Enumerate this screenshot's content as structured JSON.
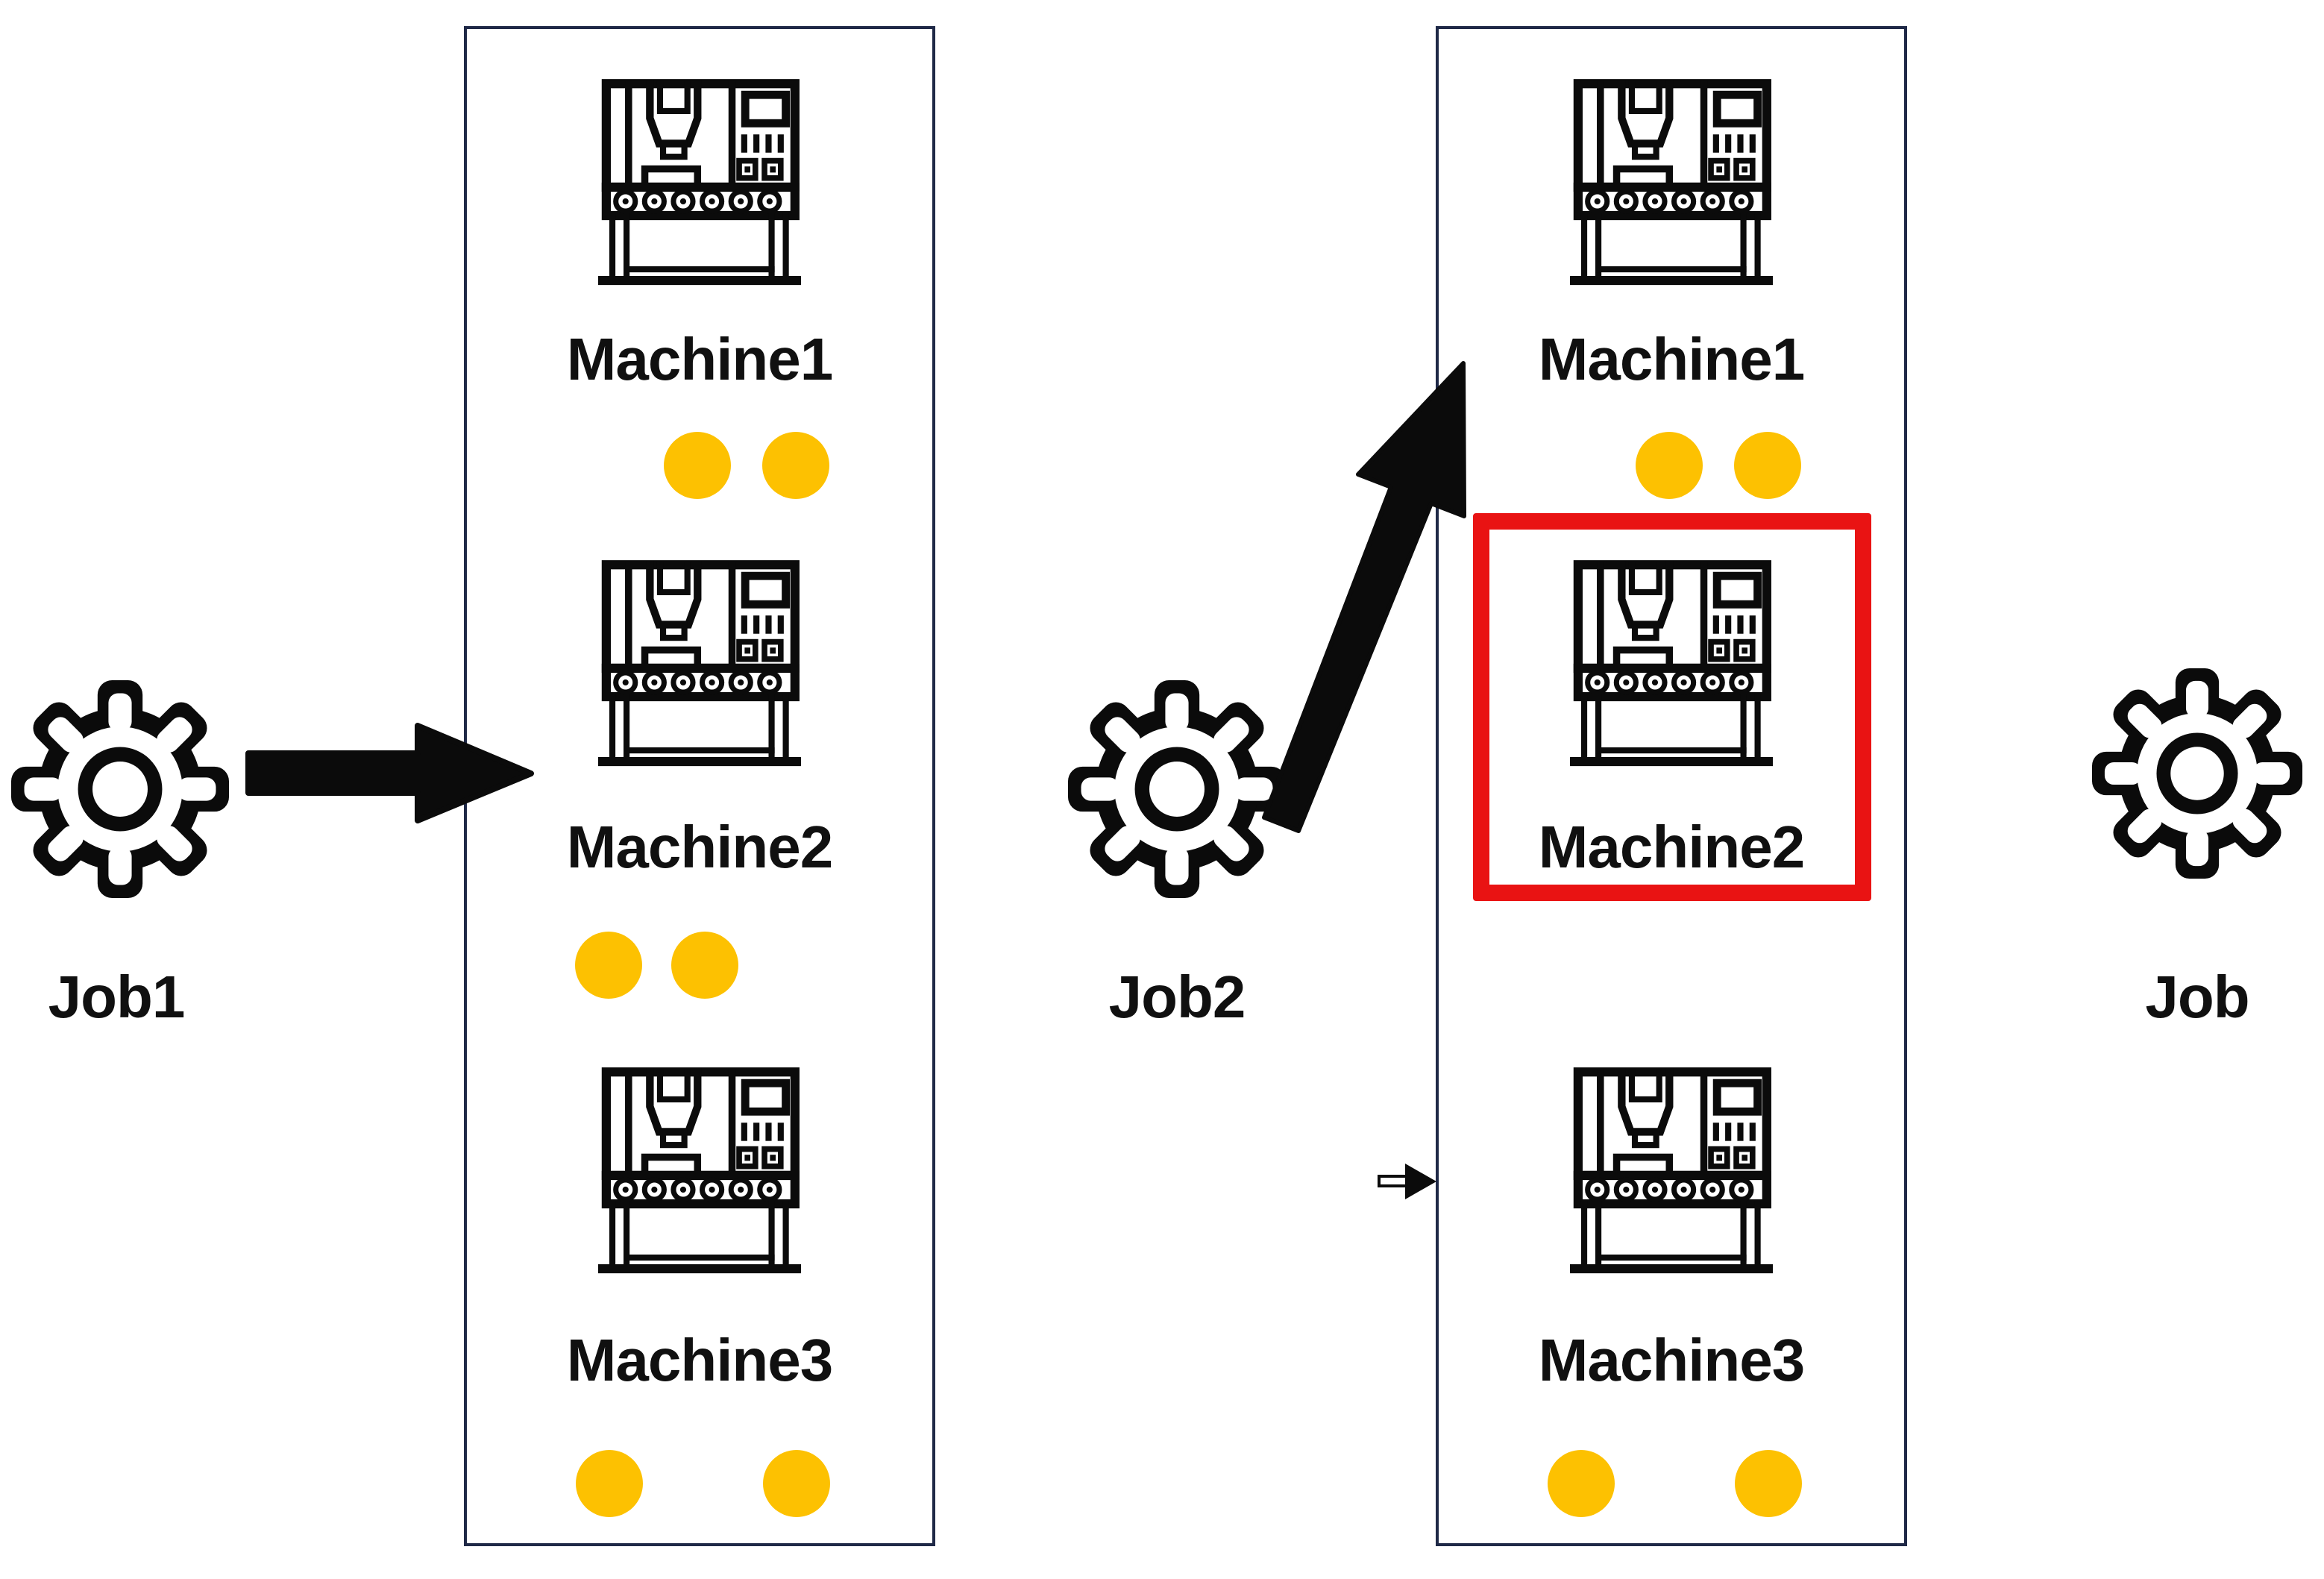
{
  "colors": {
    "box_border": "#1f2947",
    "highlight_border": "#e91313",
    "token_fill": "#fdc101",
    "ink": "#0b0b0b"
  },
  "jobs": [
    {
      "label": "Job1",
      "icon": "gear-icon"
    },
    {
      "label": "Job2",
      "icon": "gear-icon"
    },
    {
      "label": "Job",
      "icon": "gear-icon"
    }
  ],
  "boxes": [
    {
      "machines": [
        {
          "label": "Machine1",
          "icon": "machine-icon",
          "tokens": 2,
          "highlighted": false
        },
        {
          "label": "Machine2",
          "icon": "machine-icon",
          "tokens": 2,
          "highlighted": false
        },
        {
          "label": "Machine3",
          "icon": "machine-icon",
          "tokens": 2,
          "highlighted": false
        }
      ]
    },
    {
      "machines": [
        {
          "label": "Machine1",
          "icon": "machine-icon",
          "tokens": 2,
          "highlighted": false
        },
        {
          "label": "Machine2",
          "icon": "machine-icon",
          "tokens": 0,
          "highlighted": true
        },
        {
          "label": "Machine3",
          "icon": "machine-icon",
          "tokens": 2,
          "highlighted": false
        }
      ]
    }
  ],
  "annotations": {
    "arrow_icons": [
      "job1-assignment-arrow",
      "job2-assignment-arrow"
    ],
    "cursor_icon": "cursor-arrow-icon"
  }
}
